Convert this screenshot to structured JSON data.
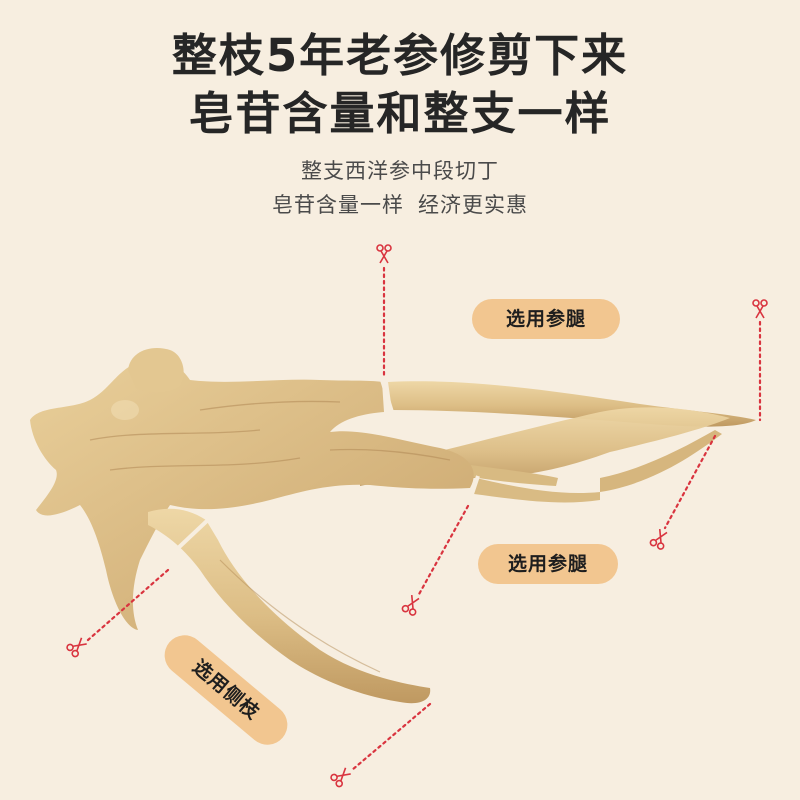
{
  "headline": {
    "line1": "整枝5年老参修剪下来",
    "line2": "皂苷含量和整支一样"
  },
  "subheadline": {
    "line1": "整支西洋参中段切丁",
    "line2_part1": "皂苷含量一样",
    "line2_part2": "经济更实惠"
  },
  "labels": {
    "upper_leg": "选用参腿",
    "lower_leg": "选用参腿",
    "side_branch": "选用侧枝"
  },
  "icons": {
    "cut_marker": "scissors-icon",
    "cut_line": "dotted-cut-line"
  },
  "colors": {
    "background": "#f7eee0",
    "headline_text": "#262626",
    "sub_text": "#4a4a4a",
    "pill_bg": "#f2c690",
    "cut_line": "#d9343f",
    "root_light": "#e8cd96",
    "root_mid": "#d4b27a",
    "root_dark": "#b38b55"
  }
}
